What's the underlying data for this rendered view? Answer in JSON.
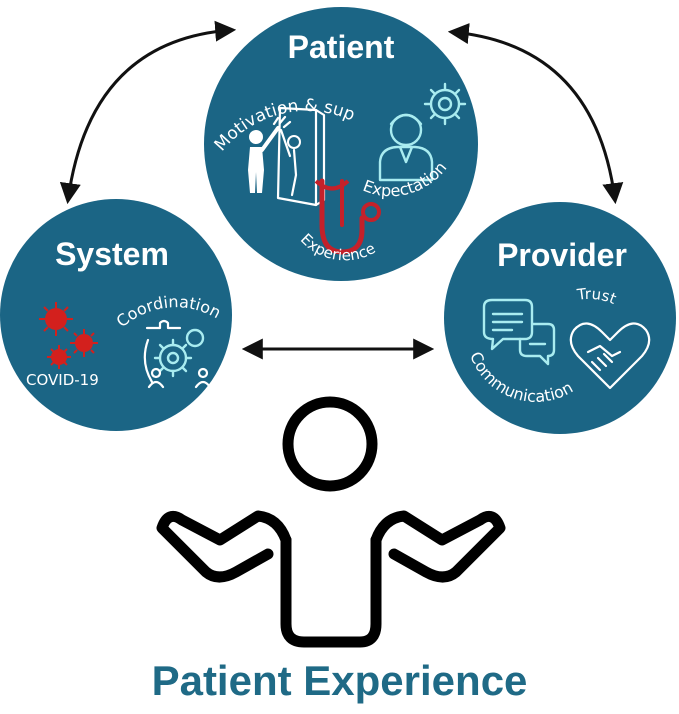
{
  "colors": {
    "circle": "#1b6585",
    "caption": "#1f6a86",
    "icon_cyan": "#a9ecf0",
    "virus": "#d3201d",
    "stethoscope": "#c4212a"
  },
  "patient": {
    "title": "Patient",
    "motivation_label": "Motivation & support",
    "expectation_label": "Expectation",
    "experience_label": "Experience",
    "icons": [
      "high-five-mirror-icon",
      "person-gear-icon",
      "stethoscope-icon"
    ]
  },
  "system": {
    "title": "System",
    "covid_label": "COVID-19",
    "coordination_label": "Coordination",
    "icons": [
      "virus-icon",
      "gears-puzzle-icon"
    ]
  },
  "provider": {
    "title": "Provider",
    "trust_label": "Trust",
    "communication_label": "Communication",
    "icons": [
      "speech-bubbles-icon",
      "heart-handshake-icon"
    ]
  },
  "caption": "Patient Experience",
  "central_icon": "person-shrug-icon"
}
